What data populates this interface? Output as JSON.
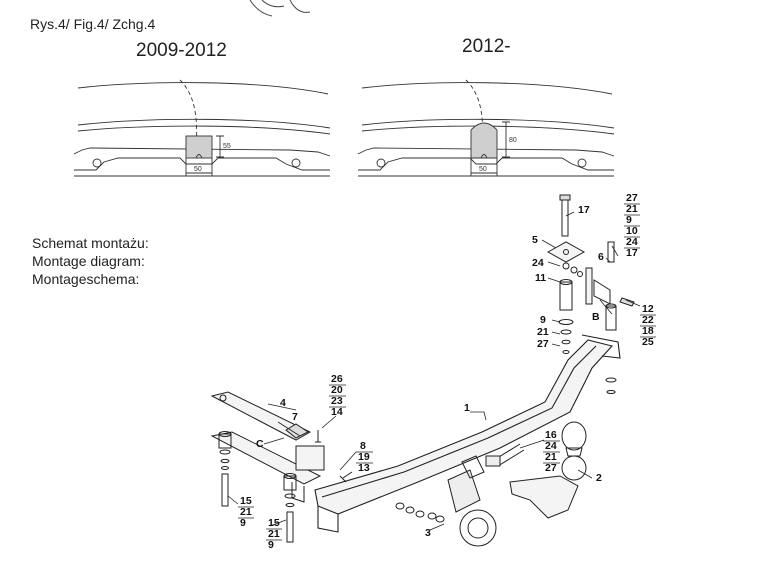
{
  "figure_label": "Rys.4/ Fig.4/ Zchg.4",
  "header_left": "2009-2012",
  "header_right": "2012-",
  "schematic_lines": [
    "Schemat montażu:",
    "Montage diagram:",
    "Montageschema:"
  ],
  "dims": {
    "left_height": "55",
    "left_width": "50",
    "right_height": "80",
    "right_width": "50"
  },
  "part_numbers": {
    "p1": "1",
    "p2": "2",
    "p3": "3",
    "p4": "4",
    "p5": "5",
    "p6": "6",
    "p7": "7",
    "p11": "11",
    "p17": "17",
    "p24": "24",
    "pB": "B",
    "pC": "C",
    "g_top_right": [
      "27",
      "21",
      "9",
      "10",
      "24",
      "17"
    ],
    "g_right": [
      "12",
      "22",
      "18",
      "25"
    ],
    "g_mid": [
      "9",
      "21",
      "27"
    ],
    "g_bolt_left": [
      "26",
      "20",
      "23",
      "14"
    ],
    "g_nut": [
      "8",
      "19",
      "13"
    ],
    "g_ball": [
      "16",
      "24",
      "21",
      "27"
    ],
    "g_left_a": [
      "15",
      "21",
      "9"
    ],
    "g_left_b": [
      "15",
      "21",
      "9"
    ]
  }
}
